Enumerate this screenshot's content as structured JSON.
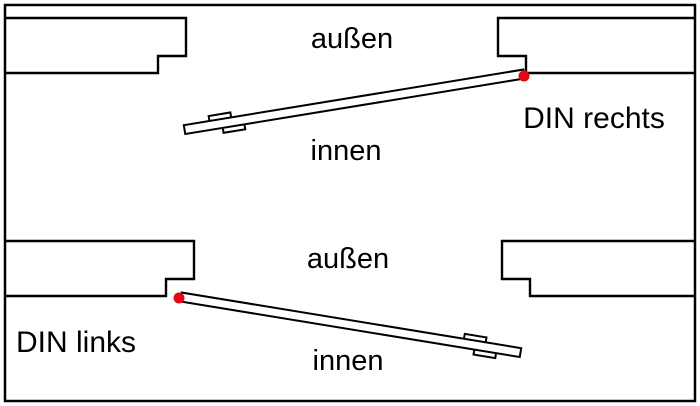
{
  "diagram": {
    "background_color": "#ffffff",
    "border_color": "#000000",
    "line_color": "#000000",
    "hinge_color": "#e30613",
    "top": {
      "outside_label": "außen",
      "inside_label": "innen",
      "direction_label": "DIN rechts"
    },
    "bottom": {
      "outside_label": "außen",
      "inside_label": "innen",
      "direction_label": "DIN links"
    }
  }
}
